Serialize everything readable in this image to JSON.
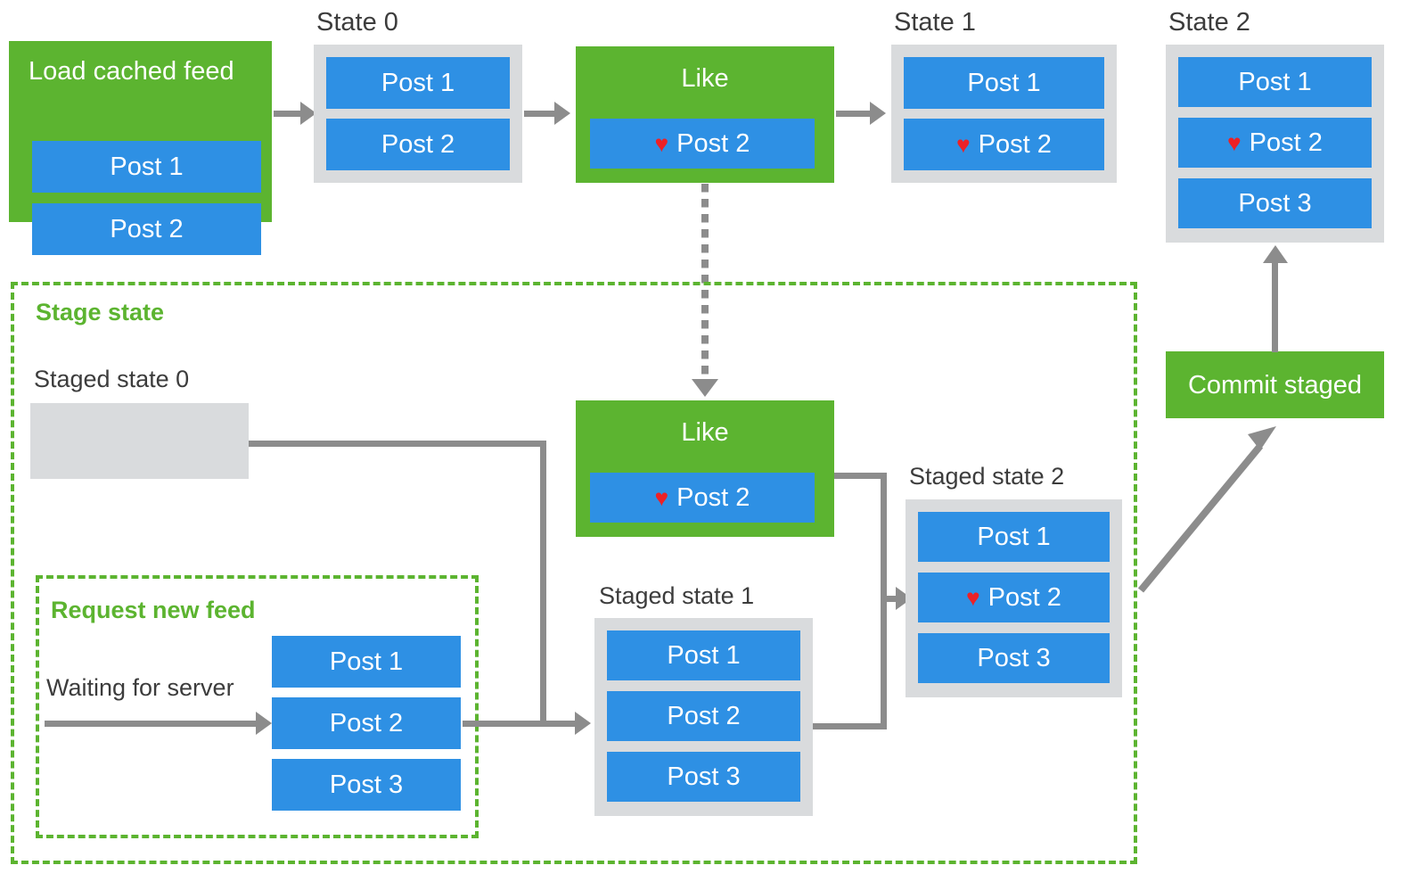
{
  "diagram": {
    "title_colors": {
      "green": "#5cb430",
      "blue": "#2e90e4",
      "gray_box": "#d9dbdd",
      "connector": "#8c8c8c",
      "heart": "#ec2126",
      "text_dark": "#3c3c3c"
    },
    "nodes": {
      "load_cached_feed": {
        "title": "Load cached feed",
        "posts": [
          "Post 1",
          "Post 2"
        ]
      },
      "state_0": {
        "label": "State 0",
        "posts": [
          "Post 1",
          "Post 2"
        ]
      },
      "like_top": {
        "title": "Like",
        "post": "Post 2",
        "heart": "♥"
      },
      "state_1": {
        "label": "State 1",
        "posts": [
          "Post 1",
          "Post 2"
        ],
        "heart": "♥"
      },
      "state_2": {
        "label": "State 2",
        "posts": [
          "Post 1",
          "Post 2",
          "Post 3"
        ],
        "heart": "♥"
      },
      "stage_state_group": {
        "title": "Stage state"
      },
      "staged_state_0": {
        "label": "Staged state 0",
        "posts": []
      },
      "request_new_feed_group": {
        "title": "Request new feed",
        "waiting_label": "Waiting for server",
        "posts": [
          "Post 1",
          "Post 2",
          "Post 3"
        ]
      },
      "like_bottom": {
        "title": "Like",
        "post": "Post 2",
        "heart": "♥"
      },
      "staged_state_1": {
        "label": "Staged state 1",
        "posts": [
          "Post 1",
          "Post 2",
          "Post 3"
        ]
      },
      "staged_state_2": {
        "label": "Staged state 2",
        "posts": [
          "Post 1",
          "Post 2",
          "Post 3"
        ],
        "heart": "♥"
      },
      "commit_staged": {
        "title": "Commit staged"
      }
    }
  }
}
